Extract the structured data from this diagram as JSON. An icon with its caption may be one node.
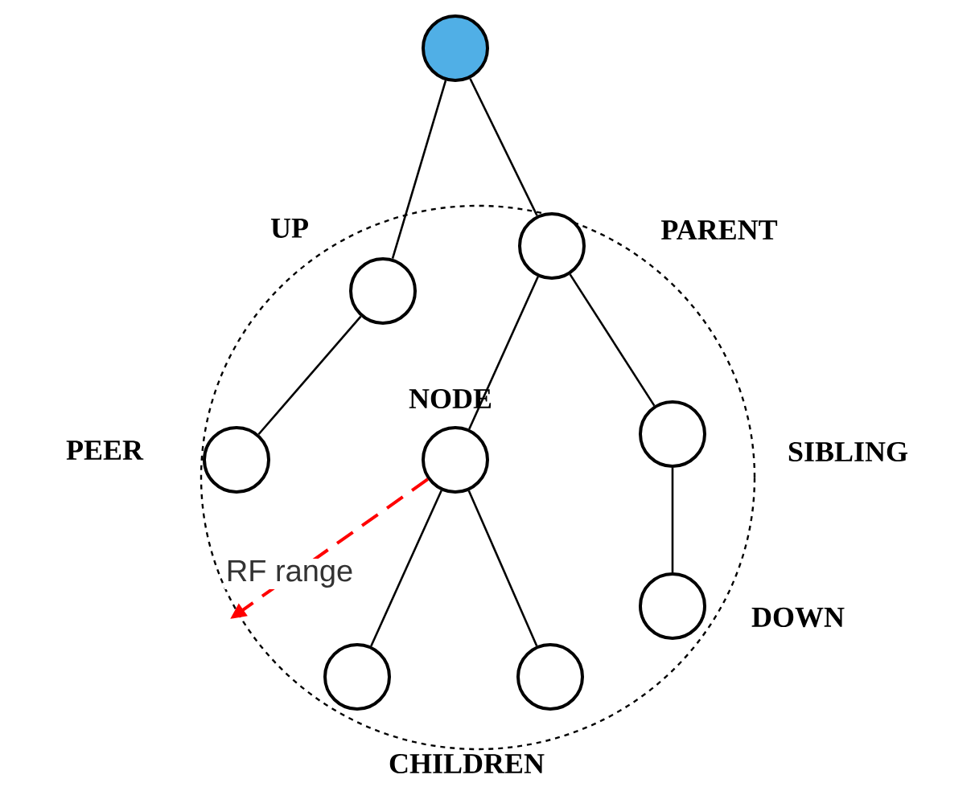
{
  "diagram": {
    "nodes": [
      {
        "text": [],
        "shape": "circle"
      },
      {
        "text": [],
        "shape": "circle",
        "beside": [
          "UP"
        ]
      },
      {
        "text": [],
        "shape": "circle",
        "beside": [
          "PARENT"
        ]
      },
      {
        "text": [],
        "shape": "circle",
        "beside": [
          "PEER"
        ]
      },
      {
        "text": [],
        "shape": "circle",
        "beside": [
          "NODE"
        ]
      },
      {
        "text": [],
        "shape": "circle",
        "beside": [
          "SIBLING"
        ]
      },
      {
        "text": [],
        "shape": "circle",
        "beside": [
          "DOWN"
        ]
      },
      {
        "text": [],
        "shape": "circle"
      },
      {
        "text": [],
        "shape": "circle"
      }
    ],
    "edges": [
      {
        "from": 0,
        "to": 1,
        "arrow": "none"
      },
      {
        "from": 0,
        "to": 2,
        "arrow": "none"
      },
      {
        "from": 1,
        "to": 3,
        "arrow": "none"
      },
      {
        "from": 2,
        "to": 4,
        "arrow": "none"
      },
      {
        "from": 2,
        "to": 5,
        "arrow": "none"
      },
      {
        "from": 5,
        "to": 6,
        "arrow": "none"
      },
      {
        "from": 4,
        "to": 7,
        "arrow": "none"
      },
      {
        "from": 4,
        "to": 8,
        "arrow": "none"
      },
      {
        "from": 4,
        "to": null,
        "arrow": "to",
        "label": "RF range",
        "style": "dashed",
        "color": "#ff0000"
      }
    ],
    "labels": [
      "CHILDREN"
    ]
  }
}
